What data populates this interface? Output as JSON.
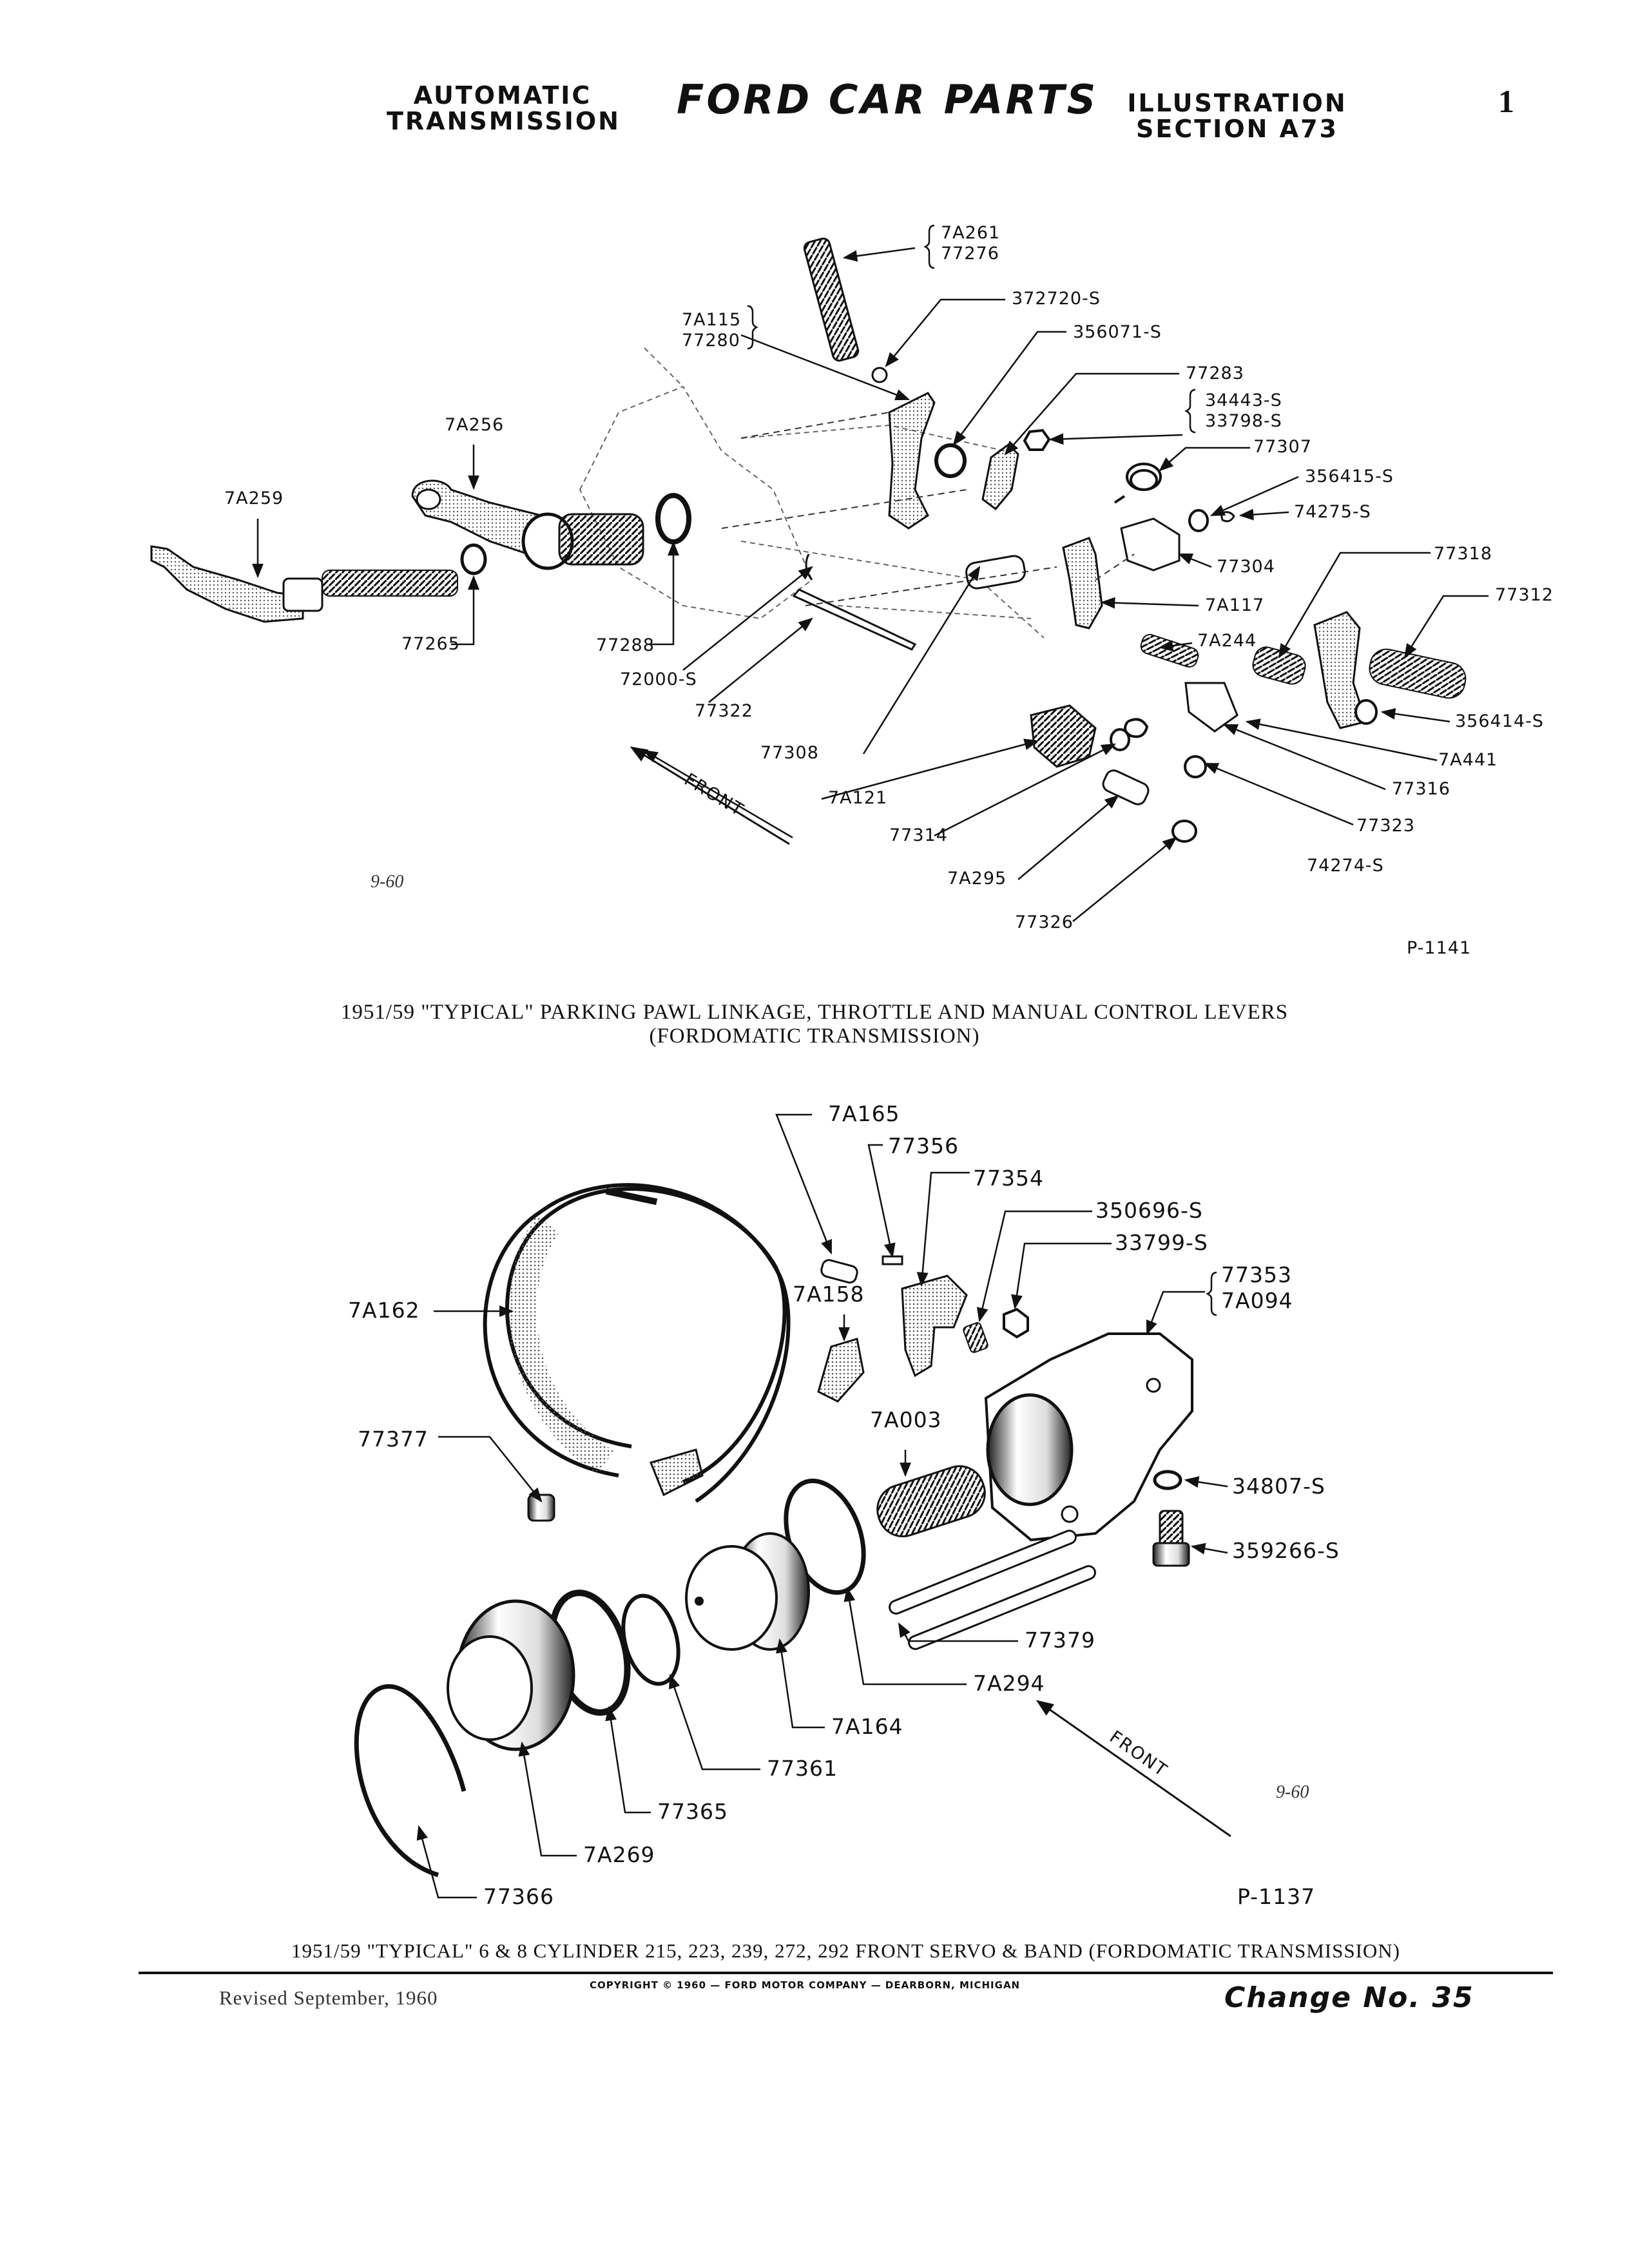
{
  "header": {
    "left_line1": "AUTOMATIC",
    "left_line2": "TRANSMISSION",
    "brand": "FORD CAR PARTS",
    "right_line1": "ILLUSTRATION",
    "right_line2": "SECTION A73",
    "page_number": "1"
  },
  "figure1": {
    "date_code": "9-60",
    "plate": "P-1141",
    "front_label": "FRONT",
    "caption_line1": "1951/59 \"TYPICAL\" PARKING PAWL LINKAGE, THROTTLE AND MANUAL CONTROL LEVERS",
    "caption_line2": "(FORDOMATIC TRANSMISSION)",
    "labels": {
      "p7A261": "7A261",
      "p77276": "77276",
      "p372720S": "372720-S",
      "p7A115": "7A115",
      "p77280": "77280",
      "p356071S": "356071-S",
      "p77283": "77283",
      "p34443S": "34443-S",
      "p33798S": "33798-S",
      "p7A256": "7A256",
      "p77307": "77307",
      "p356415S": "356415-S",
      "p74275S": "74275-S",
      "p7A259": "7A259",
      "p77304": "77304",
      "p77318": "77318",
      "p77312": "77312",
      "p7A117": "7A117",
      "p77265": "77265",
      "p77288": "77288",
      "p7A244": "7A244",
      "p72000S": "72000-S",
      "p356414S": "356414-S",
      "p77322": "77322",
      "p7A441": "7A441",
      "p77308": "77308",
      "p77316": "77316",
      "p7A121": "7A121",
      "p77323": "77323",
      "p77314": "77314",
      "p74274S": "74274-S",
      "p7A295": "7A295",
      "p77326": "77326"
    }
  },
  "figure2": {
    "date_code": "9-60",
    "plate": "P-1137",
    "front_label": "FRONT",
    "caption": "1951/59 \"TYPICAL\" 6 & 8 CYLINDER 215, 223, 239, 272, 292 FRONT SERVO & BAND (FORDOMATIC TRANSMISSION)",
    "labels": {
      "p7A165": "7A165",
      "p77356": "77356",
      "p77354": "77354",
      "p350696S": "350696-S",
      "p33799S": "33799-S",
      "p7A162": "7A162",
      "p7A158": "7A158",
      "p77353": "77353",
      "p7A094": "7A094",
      "p7A003": "7A003",
      "p77377": "77377",
      "p34807S": "34807-S",
      "p359266S": "359266-S",
      "p77379": "77379",
      "p7A294": "7A294",
      "p7A164": "7A164",
      "p77361": "77361",
      "p77365": "77365",
      "p7A269": "7A269",
      "p77366": "77366"
    }
  },
  "footer": {
    "revised": "Revised September, 1960",
    "copyright": "COPYRIGHT © 1960 — FORD MOTOR COMPANY — DEARBORN, MICHIGAN",
    "change": "Change No. 35"
  }
}
